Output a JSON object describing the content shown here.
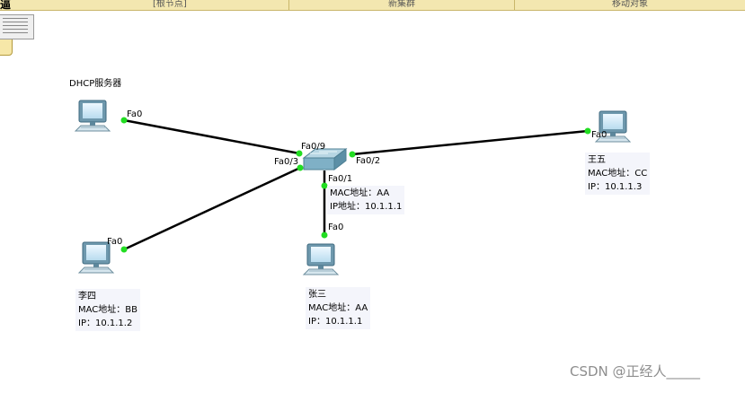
{
  "toolbar": {
    "edge_glyph": "逼",
    "root_node": "[根节点]",
    "new_cluster": "新集群",
    "move_object": "移动对象"
  },
  "canvas": {
    "dhcp_server": {
      "name": "DHCP服务器",
      "port": "Fa0",
      "icon": "pc-icon"
    },
    "switch": {
      "icon": "switch-icon",
      "ports": {
        "fa09": "Fa0/9",
        "fa03": "Fa0/3",
        "fa02": "Fa0/2",
        "fa01": "Fa0/1"
      },
      "info": {
        "mac": "MAC地址：AA",
        "ip": "IP地址：10.1.1.1"
      }
    },
    "pc_lisi": {
      "icon": "pc-icon",
      "port": "Fa0",
      "info": {
        "name": "李四",
        "mac": "MAC地址：BB",
        "ip": "IP：10.1.1.2"
      }
    },
    "pc_zhangsan": {
      "icon": "pc-icon",
      "port": "Fa0",
      "info": {
        "name": "张三",
        "mac": "MAC地址：AA",
        "ip": "IP：10.1.1.1"
      }
    },
    "pc_wangwu": {
      "icon": "pc-icon",
      "port": "Fa0",
      "info": {
        "name": "王五",
        "mac": "MAC地址：CC",
        "ip": "IP：10.1.1.3"
      }
    }
  },
  "colors": {
    "link": "#000000",
    "link_light": "#22dd22",
    "switch_body": "#7fb0c6",
    "pc_body": "#6e98ad"
  },
  "watermark": "CSDN @正经人_____"
}
